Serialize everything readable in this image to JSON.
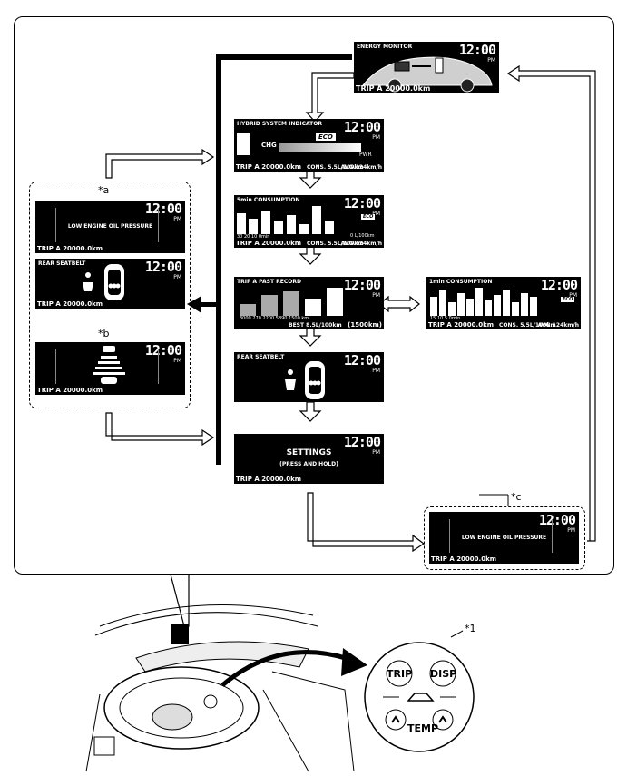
{
  "screens": {
    "energy": {
      "title": "ENERGY MONITOR",
      "clock": "12:00",
      "pm": "PM",
      "trip": "TRIP A 20000.0km"
    },
    "hybrid": {
      "title": "HYBRID SYSTEM INDICATOR",
      "clock": "12:00",
      "pm": "PM",
      "chg": "CHG",
      "eco": "ECO",
      "pwr": "PWR",
      "trip": "TRIP A 20000.0km",
      "cons": "CONS. 5.5L/100km",
      "avg": "AVG.124km/h"
    },
    "min5": {
      "title": "5min CONSUMPTION",
      "clock": "12:00",
      "pm": "PM",
      "eco": "ECO",
      "axis": "30   20   10   0min",
      "unit": "0 L/100km",
      "trip": "TRIP A 20000.0km",
      "cons": "CONS. 5.5L/100km",
      "avg": "AVG.124km/h"
    },
    "past": {
      "title": "TRIP A PAST RECORD",
      "clock": "12:00",
      "pm": "PM",
      "axis": "3000   270   2200   5890   1500 km",
      "best": "BEST 8.5L/100km",
      "dist": "(1500km)"
    },
    "min1": {
      "title": "1min CONSUMPTION",
      "clock": "12:00",
      "pm": "PM",
      "eco": "ECO",
      "axis": "15      10      5      0min",
      "trip": "TRIP A 20000.0km",
      "cons": "CONS. 5.5L/100km",
      "avg": "AVG.124km/h"
    },
    "seatbelt": {
      "title": "REAR SEATBELT",
      "clock": "12:00",
      "pm": "PM"
    },
    "settings": {
      "clock": "12:00",
      "pm": "PM",
      "line1": "SETTINGS",
      "line2": "(PRESS AND HOLD)",
      "trip": "TRIP A 20000.0km"
    },
    "warn_a1": {
      "text": "LOW ENGINE OIL PRESSURE",
      "clock": "12:00",
      "pm": "PM",
      "trip": "TRIP A 20000.0km"
    },
    "warn_a2": {
      "title": "REAR SEATBELT",
      "clock": "12:00",
      "pm": "PM",
      "trip": "TRIP A 20000.0km"
    },
    "warn_b": {
      "clock": "12:00",
      "pm": "PM",
      "trip": "TRIP A 20000.0km"
    },
    "warn_c": {
      "text": "LOW ENGINE OIL PRESSURE",
      "clock": "12:00",
      "pm": "PM",
      "trip": "TRIP A 20000.0km"
    }
  },
  "labels": {
    "a": "*a",
    "b": "*b",
    "c": "*c",
    "one": "*1"
  },
  "buttons": {
    "trip": "TRIP",
    "disp": "DISP",
    "temp": "TEMP"
  }
}
